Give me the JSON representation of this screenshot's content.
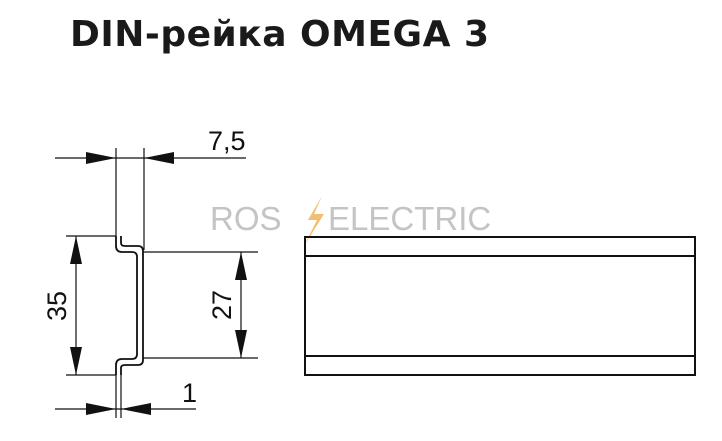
{
  "title": "DIN-рейка OMEGA 3",
  "watermark": {
    "left": "ROS",
    "right": "ELECTRIC",
    "bolt_color": "#f0c070",
    "text_color": "#c4c4c4"
  },
  "dimensions": {
    "flange_width": "7,5",
    "overall_height": "35",
    "inner_height": "27",
    "thickness": "1"
  },
  "colors": {
    "line": "#111111",
    "title": "#1a1a1a"
  }
}
